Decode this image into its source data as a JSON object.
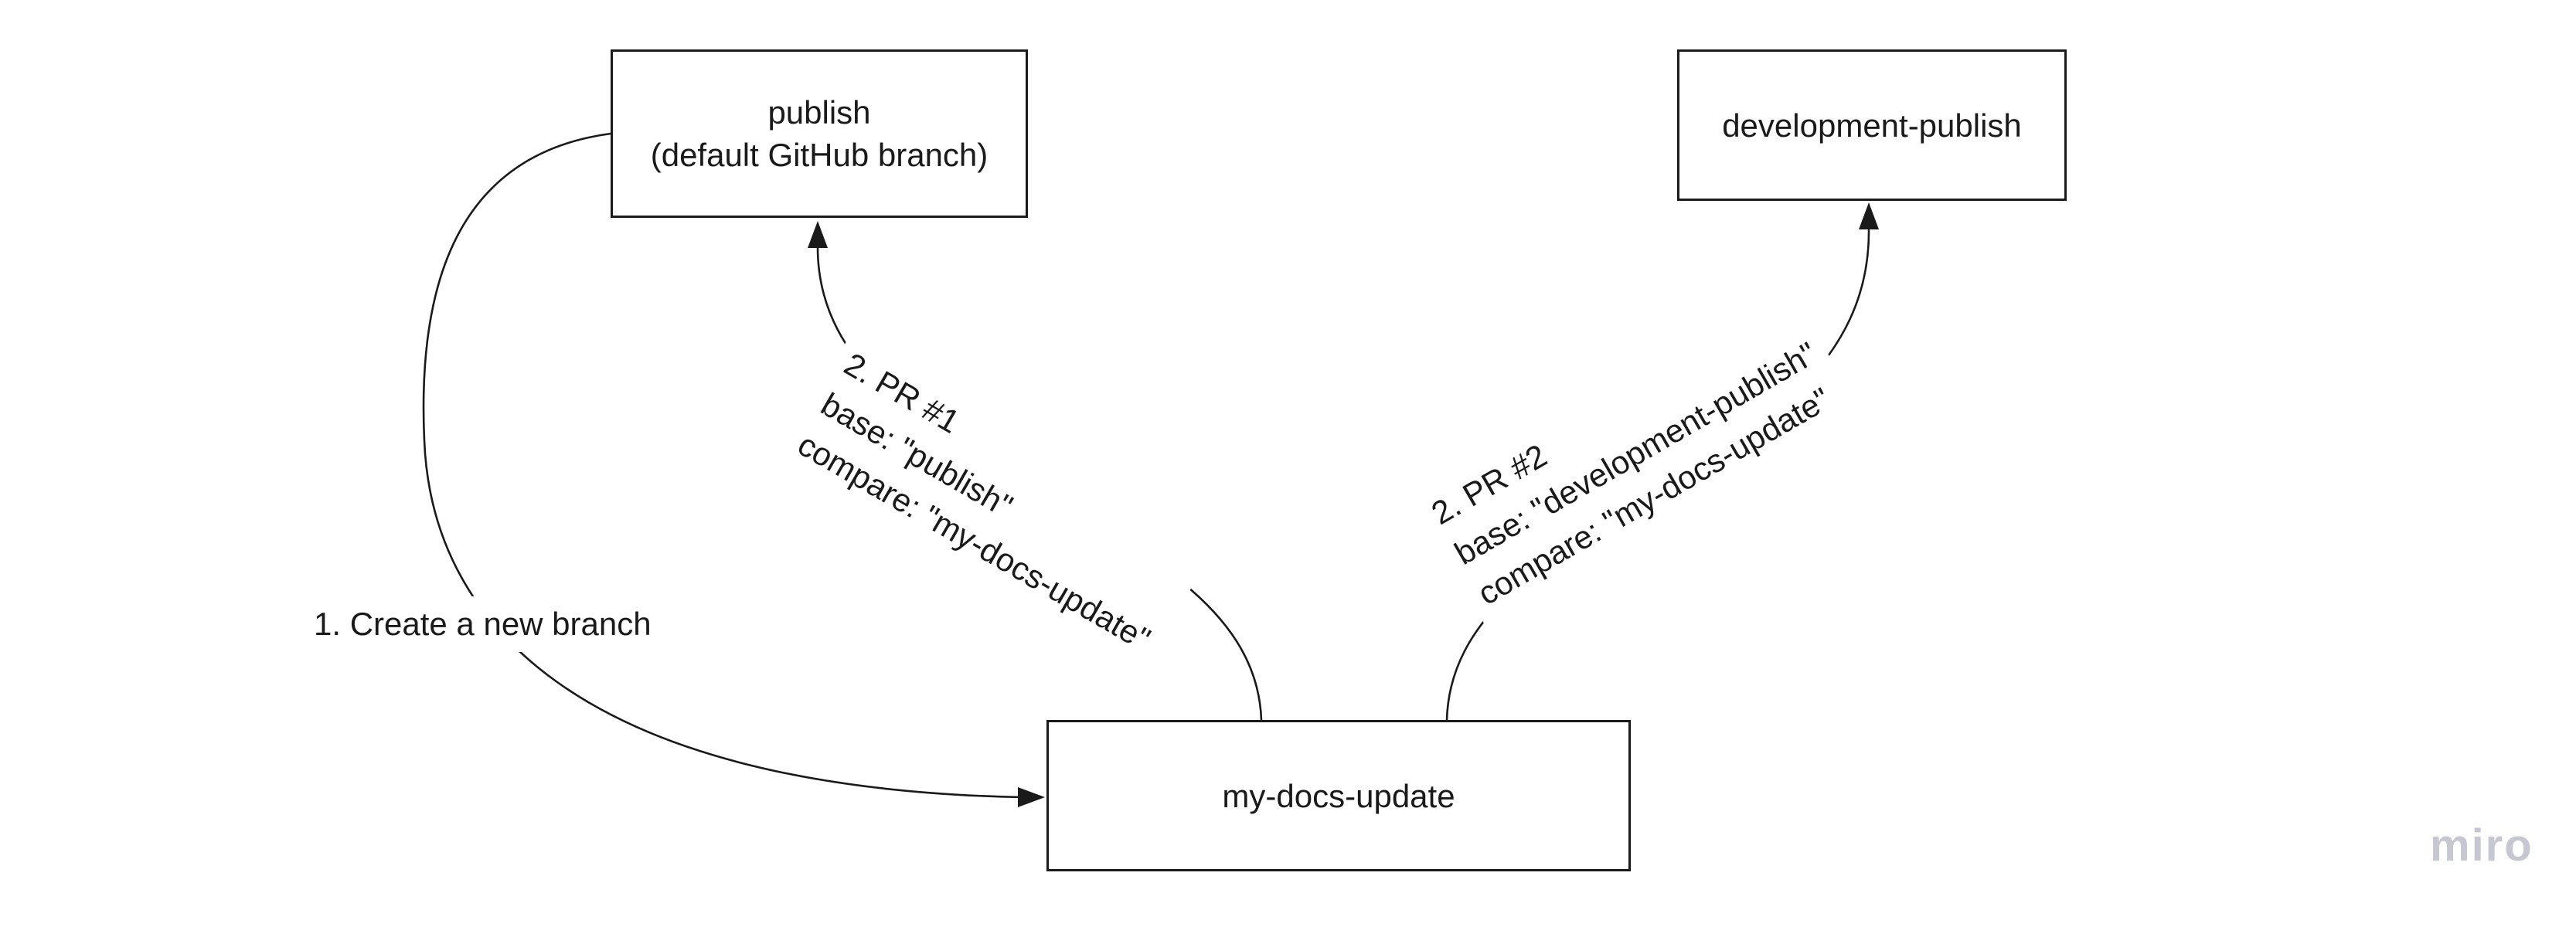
{
  "boxes": {
    "publish": {
      "line1": "publish",
      "line2": "(default GitHub branch)"
    },
    "development_publish": {
      "line1": "development-publish"
    },
    "my_docs_update": {
      "line1": "my-docs-update"
    }
  },
  "edge_labels": {
    "create_branch": {
      "line1": "1. Create a new branch"
    },
    "pr1": {
      "line1": "2. PR #1",
      "line2": "base: \"publish\"",
      "line3": "compare: \"my-docs-update\""
    },
    "pr2": {
      "line1": "2. PR #2",
      "line2": "base: \"development-publish\"",
      "line3": "compare: \"my-docs-update\""
    }
  },
  "watermark": {
    "text": "miro",
    "color": "#c7c7d1"
  },
  "colors": {
    "background": "#ffffff",
    "stroke": "#1a1a1a",
    "box_fill": "#ffffff"
  }
}
